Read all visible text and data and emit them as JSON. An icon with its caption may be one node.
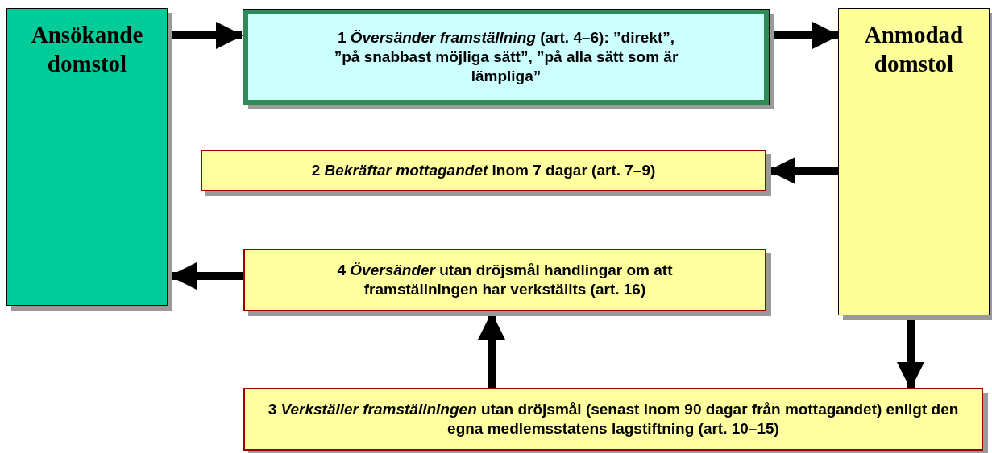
{
  "diagram": {
    "nodes": [
      {
        "text": [
          "Ansökande domstol"
        ]
      },
      {
        "text": [
          "1 *Översänder framställning* (art. 4–6): ”direkt”, ”på snabbast möjliga sätt”, ”på alla sätt som är lämpliga”"
        ]
      },
      {
        "text": [
          "Anmodad domstol"
        ]
      },
      {
        "text": [
          "2 *Bekräftar mottagandet* inom 7 dagar (art. 7–9)"
        ]
      },
      {
        "text": [
          "4 *Översänder* utan dröjsmål handlingar om att framställningen har verkställts (art. 16)"
        ]
      },
      {
        "text": [
          "3 *Verkställer framställningen* utan dröjsmål (senast inom 90 dagar från mottagandet) enligt den egna medlemsstatens lagstiftning (art. 10–15)"
        ]
      }
    ],
    "edges": [
      {
        "from": 0,
        "to": 1,
        "arrow": "to"
      },
      {
        "from": 1,
        "to": 2,
        "arrow": "to"
      },
      {
        "from": 2,
        "to": 3,
        "arrow": "to"
      },
      {
        "from": 4,
        "to": 0,
        "arrow": "to"
      },
      {
        "from": 2,
        "to": 5,
        "arrow": "to"
      },
      {
        "from": 5,
        "to": 4,
        "arrow": "to"
      }
    ]
  }
}
